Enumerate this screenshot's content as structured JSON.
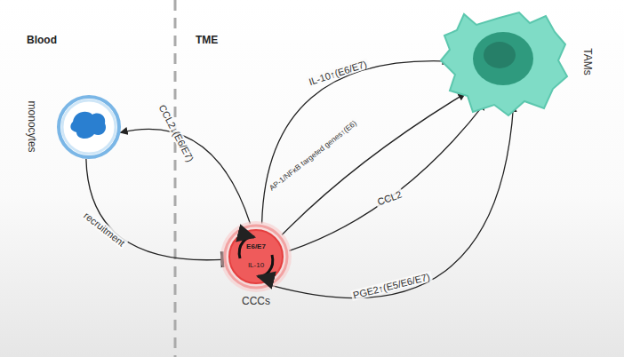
{
  "diagram": {
    "nodes": [
      {
        "text": [
          "monocytes"
        ]
      },
      {
        "text": [
          "TAMs"
        ]
      },
      {
        "text": [
          "E6/E7",
          "IL-10",
          "CCCs"
        ]
      }
    ],
    "edges": [
      {
        "from": 2,
        "to": 0,
        "label": "CCL2↓(E6/E7)",
        "arrow": "to"
      },
      {
        "from": 0,
        "to": 2,
        "label": "recruitment",
        "arrow": "to"
      },
      {
        "from": 2,
        "to": 1,
        "label": "IL-10↑(E6/E7)",
        "arrow": "to"
      },
      {
        "from": 2,
        "to": 1,
        "label": "AP-1/NFκB targeted genes↑(E6)",
        "arrow": "to"
      },
      {
        "from": 2,
        "to": 1,
        "label": "CCL2",
        "arrow": "to"
      },
      {
        "from": 2,
        "to": 1,
        "label": "PGE2↑(E5/E6/E7)",
        "arrow": "to"
      }
    ],
    "labels": [
      "Blood",
      "TME"
    ]
  }
}
